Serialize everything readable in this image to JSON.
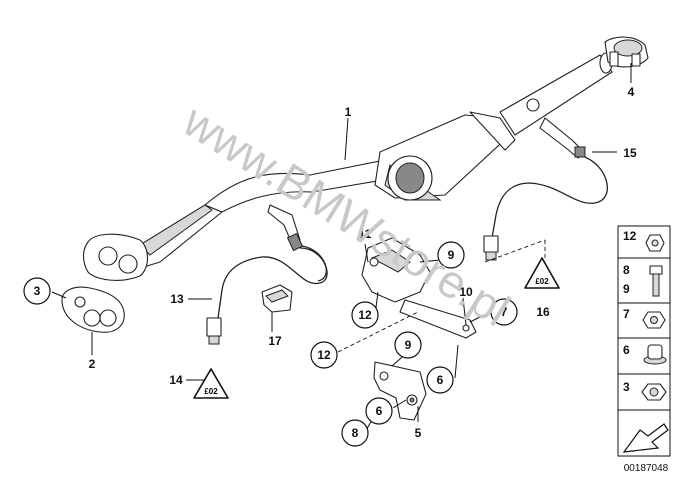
{
  "watermark": "www.BMWstore.pl",
  "reference_number": "00187048",
  "callouts": {
    "c1": "1",
    "c2": "2",
    "c3": "3",
    "c4": "4",
    "c5": "5",
    "c6a": "6",
    "c6b": "6",
    "c7": "7",
    "c8": "8",
    "c9a": "9",
    "c9b": "9",
    "c10": "10",
    "c11": "11",
    "c12a": "12",
    "c12b": "12",
    "c13": "13",
    "c14": "14",
    "c15": "15",
    "c16": "16",
    "c17": "17"
  },
  "legend": {
    "item_12": "12",
    "item_8": "8",
    "item_9": "9",
    "item_7": "7",
    "item_6": "6",
    "item_3": "3"
  },
  "warning_badge_text": "£02",
  "colors": {
    "line": "#111111",
    "watermark": "#c8c8c8",
    "shade": "#d8d8d8"
  }
}
